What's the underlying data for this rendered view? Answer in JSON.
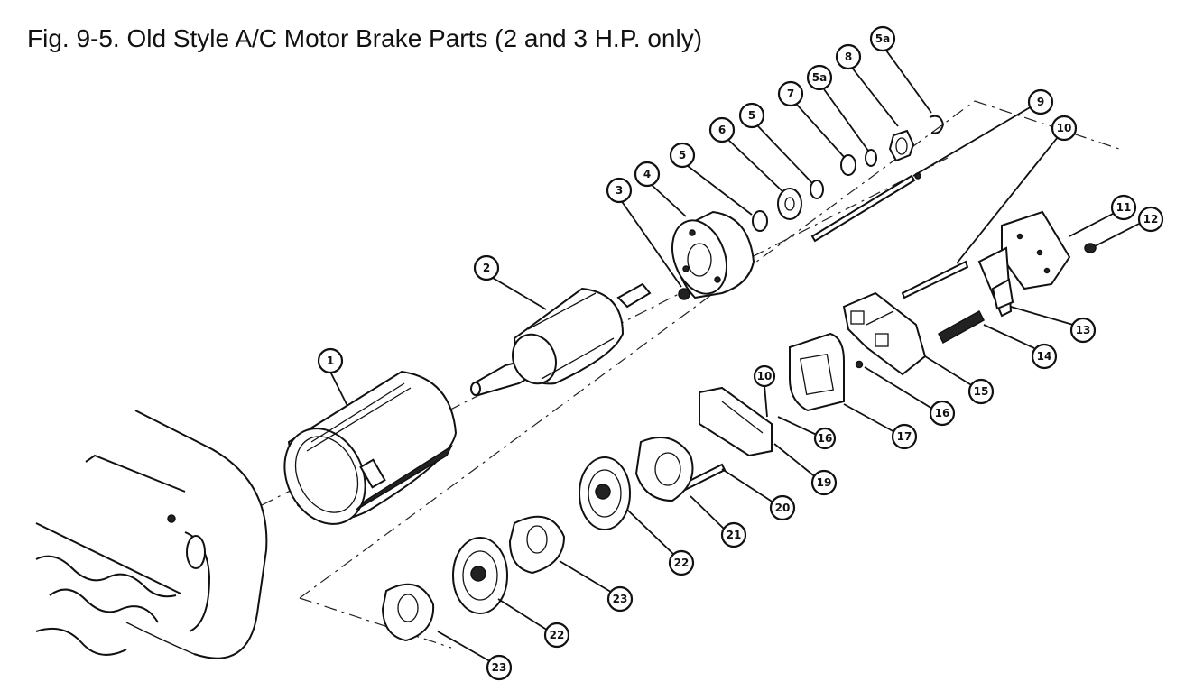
{
  "figure": {
    "title": "Fig. 9-5. Old Style A/C Motor Brake Parts (2 and 3 H.P. only)"
  },
  "callouts": [
    {
      "id": "c1",
      "label": "1"
    },
    {
      "id": "c2",
      "label": "2"
    },
    {
      "id": "c3",
      "label": "3"
    },
    {
      "id": "c4",
      "label": "4"
    },
    {
      "id": "c5a",
      "label": "5"
    },
    {
      "id": "c6",
      "label": "6"
    },
    {
      "id": "c5b",
      "label": "5"
    },
    {
      "id": "c7",
      "label": "7"
    },
    {
      "id": "c5ac",
      "label": "5a"
    },
    {
      "id": "c8",
      "label": "8"
    },
    {
      "id": "c5ad",
      "label": "5a"
    },
    {
      "id": "c9",
      "label": "9"
    },
    {
      "id": "c10a",
      "label": "10"
    },
    {
      "id": "c11",
      "label": "11"
    },
    {
      "id": "c12",
      "label": "12"
    },
    {
      "id": "c13",
      "label": "13"
    },
    {
      "id": "c14",
      "label": "14"
    },
    {
      "id": "c15",
      "label": "15"
    },
    {
      "id": "c16a",
      "label": "16"
    },
    {
      "id": "c17",
      "label": "17"
    },
    {
      "id": "c10b",
      "label": "10"
    },
    {
      "id": "c16b",
      "label": "16"
    },
    {
      "id": "c19",
      "label": "19"
    },
    {
      "id": "c20",
      "label": "20"
    },
    {
      "id": "c21",
      "label": "21"
    },
    {
      "id": "c22a",
      "label": "22"
    },
    {
      "id": "c23a",
      "label": "23"
    },
    {
      "id": "c22b",
      "label": "22"
    },
    {
      "id": "c23b",
      "label": "23"
    }
  ]
}
